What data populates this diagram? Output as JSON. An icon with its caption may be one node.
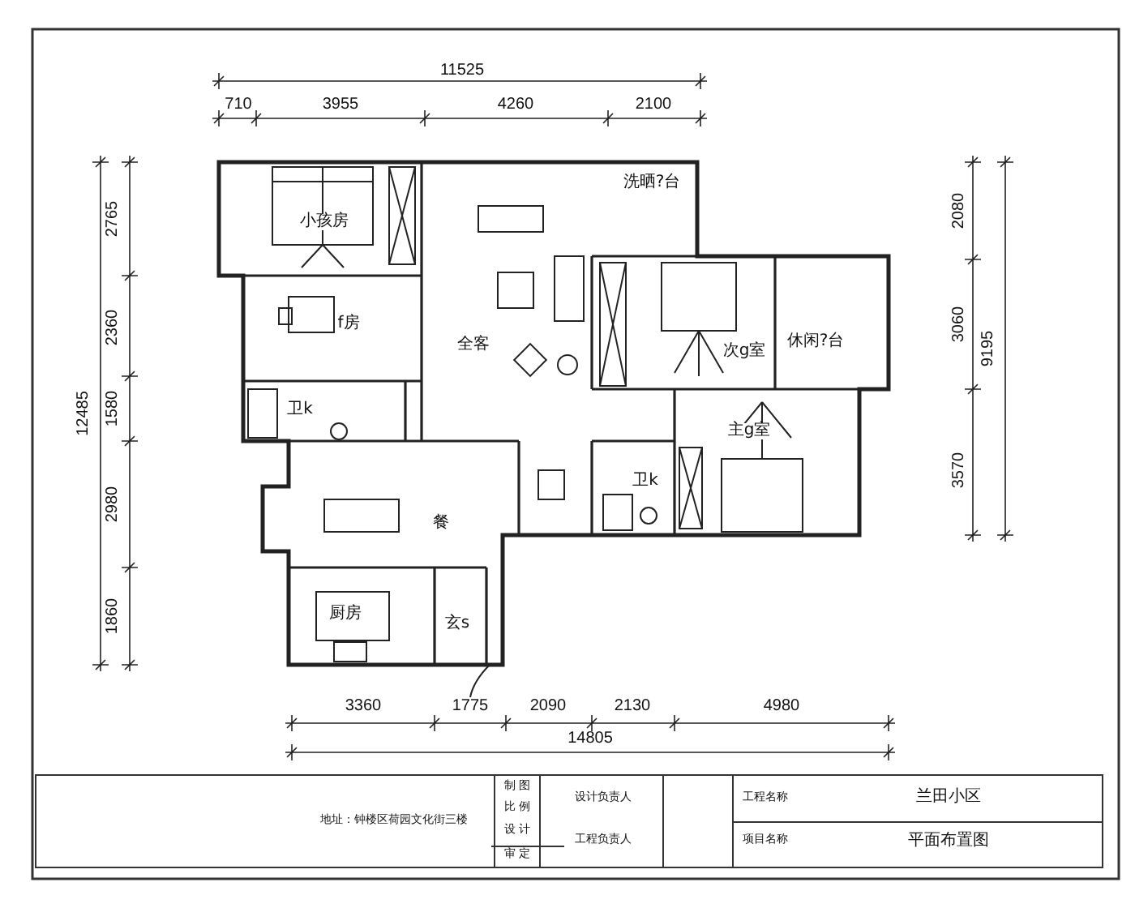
{
  "diagram": {
    "labels": [
      "11525",
      "710",
      "3955",
      "4260",
      "2100",
      "小孩房",
      "洗晒?台",
      "2765",
      "2080",
      "f房",
      "全客",
      "次g室",
      "休闲?台",
      "2360",
      "3060",
      "9195",
      "12485",
      "卫k",
      "1580",
      "主g室",
      "卫k",
      "餐",
      "2980",
      "3570",
      "1860",
      "厨房",
      "玄s",
      "3360",
      "1775",
      "2090",
      "2130",
      "4980",
      "14805",
      "制 图",
      "设计负责人",
      "工程名称",
      "兰田小区",
      "比 例",
      "地址：钟楼区荷园文化街三楼",
      "设 计",
      "工程负责人",
      "项目名称",
      "平面布置图",
      "审 定"
    ]
  }
}
